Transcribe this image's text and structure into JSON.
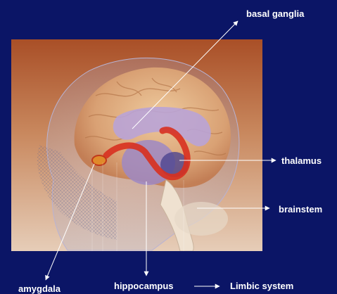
{
  "labels": {
    "basal_ganglia": "basal ganglia",
    "thalamus": "thalamus",
    "brainstem": "brainstem",
    "amygdala": "amygdala",
    "hippocampus": "hippocampus",
    "limbic_system": "Limbic system"
  },
  "colors": {
    "background": "#0b1566",
    "label_text": "#ffffff",
    "photo_top": "#b15a2e",
    "photo_bottom": "#e3c4ad",
    "limbic_red": "#d8301f",
    "basal_purple": "#b9a3d6"
  }
}
